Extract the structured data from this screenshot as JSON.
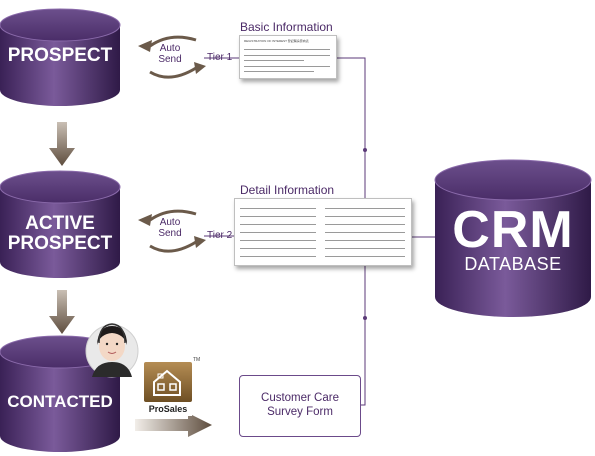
{
  "stages": [
    {
      "label": "PROSPECT"
    },
    {
      "label_line1": "ACTIVE",
      "label_line2": "PROSPECT"
    },
    {
      "label": "CONTACTED"
    }
  ],
  "auto_send": [
    {
      "line1": "Auto",
      "line2": "Send",
      "tier": "Tier 1"
    },
    {
      "line1": "Auto",
      "line2": "Send",
      "tier": "Tier 2"
    }
  ],
  "forms": {
    "basic": {
      "title": "Basic Information",
      "header": "REGISTRATION OF INTEREST 登記購房意向表"
    },
    "detail": {
      "title": "Detail Information"
    }
  },
  "survey": {
    "line1": "Customer Care",
    "line2": "Survey Form"
  },
  "prosales": {
    "label": "ProSales",
    "tm": "TM"
  },
  "crm": {
    "title": "CRM",
    "subtitle": "DATABASE"
  },
  "colors": {
    "purple_dark": "#3b1f5a",
    "purple_mid": "#6a4a8c",
    "arrow_brown": "#6b5a4a",
    "connector": "#5b3a78",
    "text_purple": "#4b2a67"
  }
}
